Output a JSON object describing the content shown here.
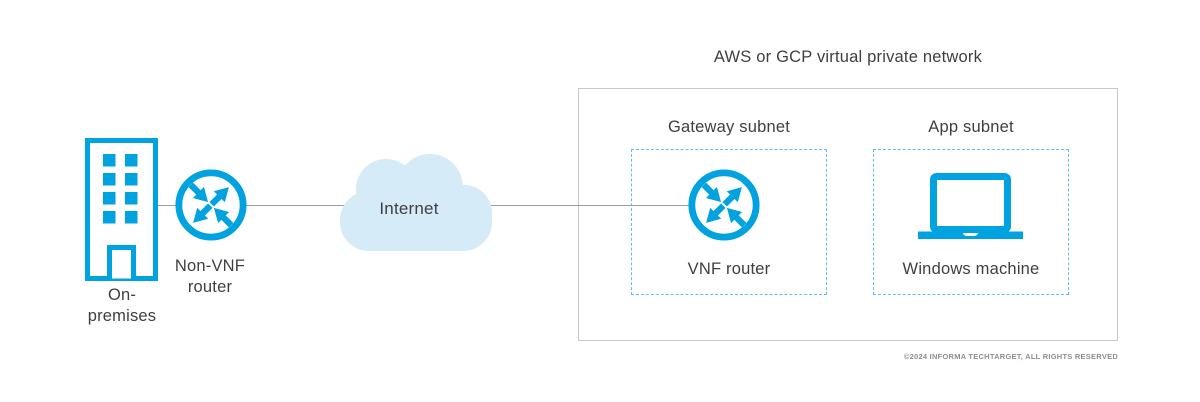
{
  "diagram": {
    "title": "AWS or GCP virtual private network",
    "copyright": "©2024 INFORMA TECHTARGET, ALL RIGHTS RESERVED",
    "on_premises": {
      "line1": "On-",
      "line2": "premises"
    },
    "non_vnf_router": {
      "line1": "Non-VNF",
      "line2": "router"
    },
    "internet": {
      "label": "Internet"
    },
    "gateway_subnet": {
      "label": "Gateway subnet"
    },
    "vnf_router": {
      "label": "VNF router"
    },
    "app_subnet": {
      "label": "App subnet"
    },
    "windows_machine": {
      "label": "Windows machine"
    },
    "icons": {
      "building": "building-icon",
      "non_vnf_router": "router-icon",
      "internet": "cloud-icon",
      "vnf_router": "router-icon",
      "windows_machine": "laptop-icon"
    },
    "colors": {
      "icon_blue": "#00a3e0",
      "cloud_fill": "#d6ebf8",
      "dashed_border": "#5bc0ec",
      "outer_box_border": "#c8c8c8",
      "connector_line": "#9b9b9b",
      "text": "#3f3f3f",
      "copyright_text": "#8e8e8e"
    }
  }
}
